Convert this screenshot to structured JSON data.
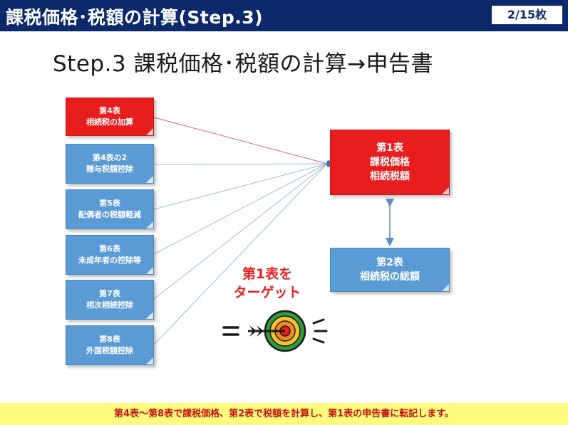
{
  "header": {
    "title": "課税価格･税額の計算(Step.3)",
    "page_badge": "2/15枚"
  },
  "slide_title": "Step.3 課税価格･税額の計算→申告書",
  "left_cards": [
    {
      "line1": "第4表",
      "line2": "相続税の加算",
      "color": "#e81e1e"
    },
    {
      "line1": "第4表の2",
      "line2": "贈与税額控除",
      "color": "#5b9bd5"
    },
    {
      "line1": "第5表",
      "line2": "配偶者の税額軽減",
      "color": "#5b9bd5"
    },
    {
      "line1": "第6表",
      "line2": "未成年者の控除等",
      "color": "#5b9bd5"
    },
    {
      "line1": "第7表",
      "line2": "相次相続控除",
      "color": "#5b9bd5"
    },
    {
      "line1": "第8表",
      "line2": "外国税額控除",
      "color": "#5b9bd5"
    }
  ],
  "table1_card": {
    "line1": "第1表",
    "line2": "課税価格",
    "line3": "相続税額"
  },
  "table2_card": {
    "line1": "第2表",
    "line2": "相続税の総額"
  },
  "target": {
    "line1": "第1表を",
    "line2": "ターゲット"
  },
  "footer": "第4表～第8表で課税価格、第2表で税額を計算し、第1表の申告書に転記します。",
  "colors": {
    "header": "#0c2a6b",
    "accent_red": "#e81e1e",
    "card_blue": "#5b9bd5",
    "footer_bg": "#fffa7d"
  }
}
